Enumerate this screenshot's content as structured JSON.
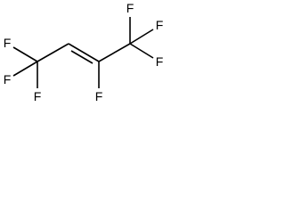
{
  "molecule": {
    "atoms": {
      "f_c1_top": "F",
      "f_c1_left": "F",
      "f_c1_bottom": "F",
      "f_c3": "F",
      "f_c4_top": "F",
      "f_c4_right_top": "F",
      "f_c4_right_bottom": "F"
    }
  },
  "colors": {
    "bond": "#000000",
    "label": "#000000",
    "background": "#ffffff"
  }
}
